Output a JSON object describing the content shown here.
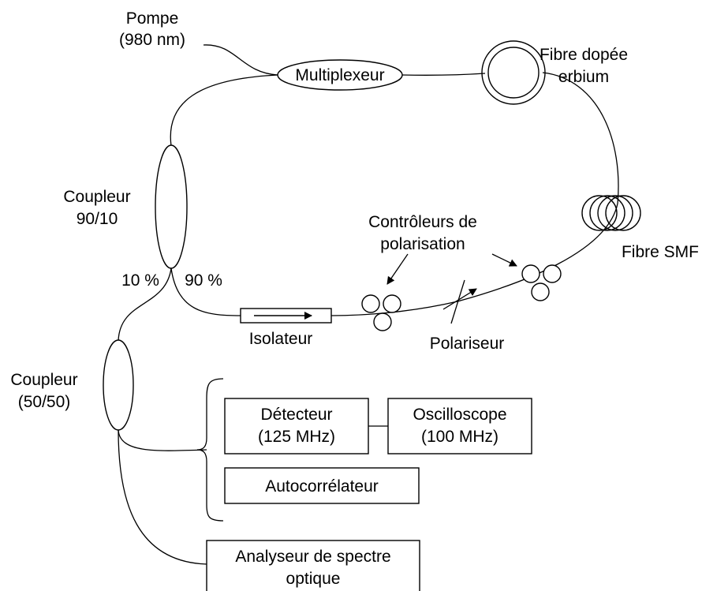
{
  "diagram": {
    "pump": {
      "line1": "Pompe",
      "line2": "(980 nm)"
    },
    "multiplexer": "Multiplexeur",
    "erbium_fiber": {
      "line1": "Fibre dopée",
      "line2": "erbium"
    },
    "smf_fiber": "Fibre SMF",
    "coupler_90_10": {
      "line1": "Coupleur",
      "line2": "90/10"
    },
    "port_10": "10 %",
    "port_90": "90 %",
    "isolator": "Isolateur",
    "polarization_controllers": {
      "line1": "Contrôleurs de",
      "line2": "polarisation"
    },
    "polarizer": "Polariseur",
    "coupler_50_50": {
      "line1": "Coupleur",
      "line2": "(50/50)"
    },
    "detector": {
      "line1": "Détecteur",
      "line2": "(125 MHz)"
    },
    "oscilloscope": {
      "line1": "Oscilloscope",
      "line2": "(100 MHz)"
    },
    "autocorrelator": "Autocorrélateur",
    "spectrum_analyzer": {
      "line1": "Analyseur de spectre",
      "line2": "optique"
    }
  }
}
